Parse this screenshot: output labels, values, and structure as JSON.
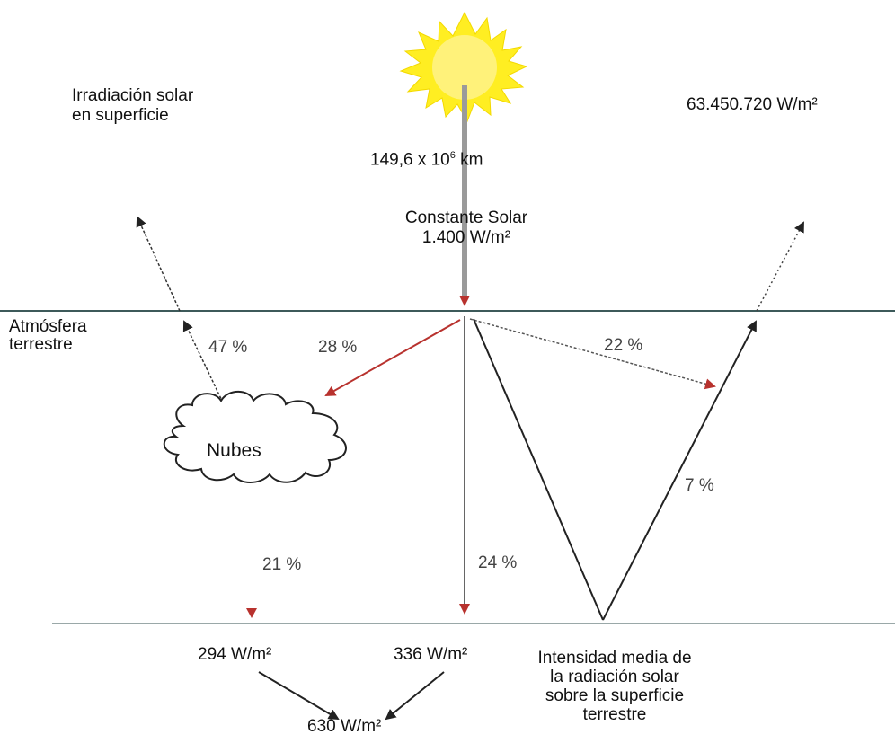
{
  "labels": {
    "irradiacion_line1": "Irradiación solar",
    "irradiacion_line2": "en superficie",
    "top_right_value": "63.450.720 W/m²",
    "distance_prefix": "149,6 x 10",
    "distance_exp": "6",
    "distance_unit": " km",
    "constante_line1": "Constante Solar",
    "constante_line2": "1.400 W/m²",
    "atmosfera_line1": "Atmósfera",
    "atmosfera_line2": "terrestre",
    "pct_47": "47 %",
    "pct_28": "28 %",
    "pct_22": "22 %",
    "nubes": "Nubes",
    "pct_7": "7 %",
    "pct_21": "21 %",
    "pct_24": "24 %",
    "val_294": "294 W/m²",
    "val_336": "336 W/m²",
    "val_630": "630 W/m²",
    "intensidad_line1": "Intensidad media de",
    "intensidad_line2": "la radiación solar",
    "intensidad_line3": "sobre la superficie",
    "intensidad_line4": "terrestre"
  },
  "colors": {
    "sun_fill": "#ffee22",
    "sun_core": "#fff27a",
    "beam": "#9a9a9a",
    "atmosphere_line": "#3d5a5a",
    "ground_line": "#9aa8a8",
    "arrow_red": "#b8322e",
    "arrow_dark": "#222222",
    "text": "#111111"
  },
  "icons": {
    "sun": "sun-icon",
    "cloud": "cloud-icon"
  }
}
